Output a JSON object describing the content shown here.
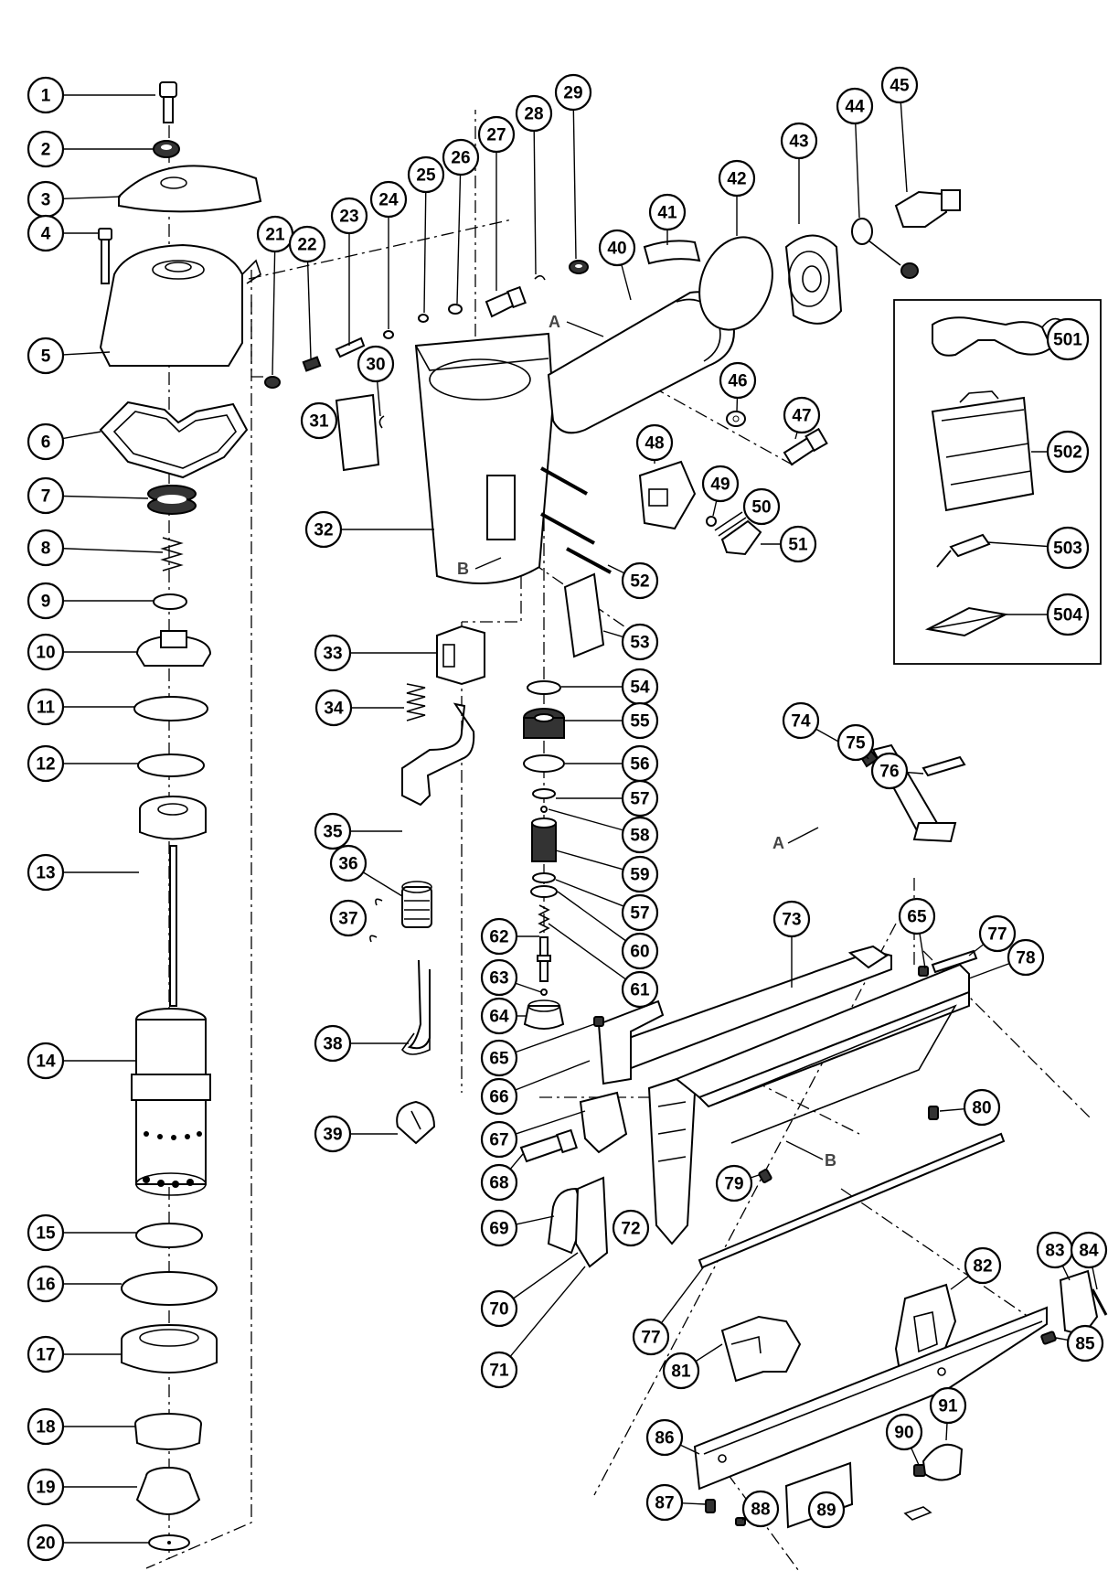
{
  "diagram": {
    "parts": [
      {
        "id": "1"
      },
      {
        "id": "2"
      },
      {
        "id": "3"
      },
      {
        "id": "4"
      },
      {
        "id": "5"
      },
      {
        "id": "6"
      },
      {
        "id": "7"
      },
      {
        "id": "8"
      },
      {
        "id": "9"
      },
      {
        "id": "10"
      },
      {
        "id": "11"
      },
      {
        "id": "12"
      },
      {
        "id": "13"
      },
      {
        "id": "14"
      },
      {
        "id": "15"
      },
      {
        "id": "16"
      },
      {
        "id": "17"
      },
      {
        "id": "18"
      },
      {
        "id": "19"
      },
      {
        "id": "20"
      },
      {
        "id": "21"
      },
      {
        "id": "22"
      },
      {
        "id": "23"
      },
      {
        "id": "24"
      },
      {
        "id": "25"
      },
      {
        "id": "26"
      },
      {
        "id": "27"
      },
      {
        "id": "28"
      },
      {
        "id": "29"
      },
      {
        "id": "30"
      },
      {
        "id": "31"
      },
      {
        "id": "32"
      },
      {
        "id": "33"
      },
      {
        "id": "34"
      },
      {
        "id": "35"
      },
      {
        "id": "36"
      },
      {
        "id": "37"
      },
      {
        "id": "38"
      },
      {
        "id": "39"
      },
      {
        "id": "40"
      },
      {
        "id": "41"
      },
      {
        "id": "42"
      },
      {
        "id": "43"
      },
      {
        "id": "44"
      },
      {
        "id": "45"
      },
      {
        "id": "46"
      },
      {
        "id": "47"
      },
      {
        "id": "48"
      },
      {
        "id": "49"
      },
      {
        "id": "50"
      },
      {
        "id": "51"
      },
      {
        "id": "52"
      },
      {
        "id": "53"
      },
      {
        "id": "54"
      },
      {
        "id": "55"
      },
      {
        "id": "56"
      },
      {
        "id": "57"
      },
      {
        "id": "58"
      },
      {
        "id": "59"
      },
      {
        "id": "57b",
        "label": "57"
      },
      {
        "id": "60"
      },
      {
        "id": "61"
      },
      {
        "id": "62"
      },
      {
        "id": "63"
      },
      {
        "id": "64"
      },
      {
        "id": "65"
      },
      {
        "id": "66"
      },
      {
        "id": "67"
      },
      {
        "id": "68"
      },
      {
        "id": "69"
      },
      {
        "id": "70"
      },
      {
        "id": "71"
      },
      {
        "id": "72"
      },
      {
        "id": "73"
      },
      {
        "id": "74"
      },
      {
        "id": "75"
      },
      {
        "id": "76"
      },
      {
        "id": "65b",
        "label": "65"
      },
      {
        "id": "77"
      },
      {
        "id": "78"
      },
      {
        "id": "79"
      },
      {
        "id": "80"
      },
      {
        "id": "81"
      },
      {
        "id": "82"
      },
      {
        "id": "83"
      },
      {
        "id": "84"
      },
      {
        "id": "77b",
        "label": "77"
      },
      {
        "id": "85"
      },
      {
        "id": "86"
      },
      {
        "id": "87"
      },
      {
        "id": "88"
      },
      {
        "id": "89"
      },
      {
        "id": "90"
      },
      {
        "id": "91"
      },
      {
        "id": "501"
      },
      {
        "id": "502"
      },
      {
        "id": "503"
      },
      {
        "id": "504"
      }
    ],
    "letters": [
      "A",
      "A",
      "B",
      "B"
    ]
  }
}
